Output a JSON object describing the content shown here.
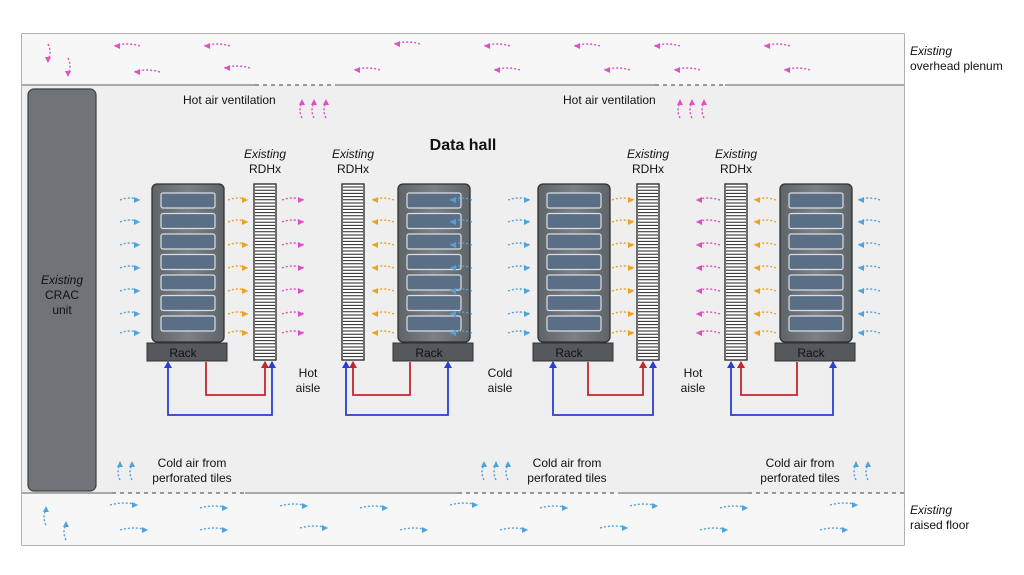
{
  "labels": {
    "overhead_plenum": {
      "line1": "Existing",
      "line2": "overhead plenum"
    },
    "raised_floor": {
      "line1": "Existing",
      "line2": "raised floor"
    },
    "crac": {
      "line1": "Existing",
      "line2": "CRAC",
      "line3": "unit"
    },
    "data_hall": "Data hall",
    "hot_air_ventilation": "Hot air ventilation",
    "rdhx": {
      "line1": "Existing",
      "line2": "RDHx"
    },
    "rack": "Rack",
    "hot_aisle": {
      "line1": "Hot",
      "line2": "aisle"
    },
    "cold_aisle": {
      "line1": "Cold",
      "line2": "aisle"
    },
    "cold_air": {
      "line1": "Cold air from",
      "line2": "perforated tiles"
    }
  },
  "colors": {
    "hot_air": "#e04fc4",
    "cold_air": "#4da3dc",
    "warm_air": "#f0a020",
    "supply_line": "#2a3fd0",
    "return_line": "#c0282e",
    "rack_fill": "#6d7378",
    "hall_fill": "#efefef",
    "crac_fill": "#6f7478"
  }
}
